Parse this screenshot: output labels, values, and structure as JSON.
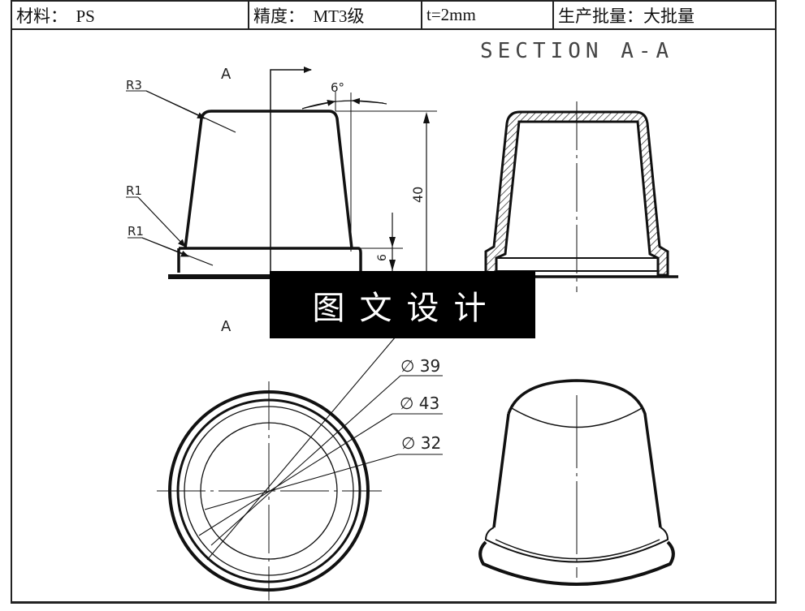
{
  "header": {
    "material": "材料：  PS",
    "precision": "精度：  MT3级",
    "thickness": "t=2mm",
    "batch": "生产批量：大批量"
  },
  "drawing": {
    "section_title": "SECTION A-A",
    "section_marker_top": "A",
    "section_marker_bottom": "A",
    "radius_labels": [
      "R3",
      "R1",
      "R1"
    ],
    "angle_label": "6°",
    "height_label": "40",
    "step_label": "6",
    "diameters": [
      "∅ 39",
      "∅ 43",
      "∅ 32"
    ]
  },
  "watermark": {
    "text": "图文设计"
  },
  "colors": {
    "line": "#111111",
    "watermark_bg": "#000000",
    "watermark_fg": "#ffffff"
  }
}
